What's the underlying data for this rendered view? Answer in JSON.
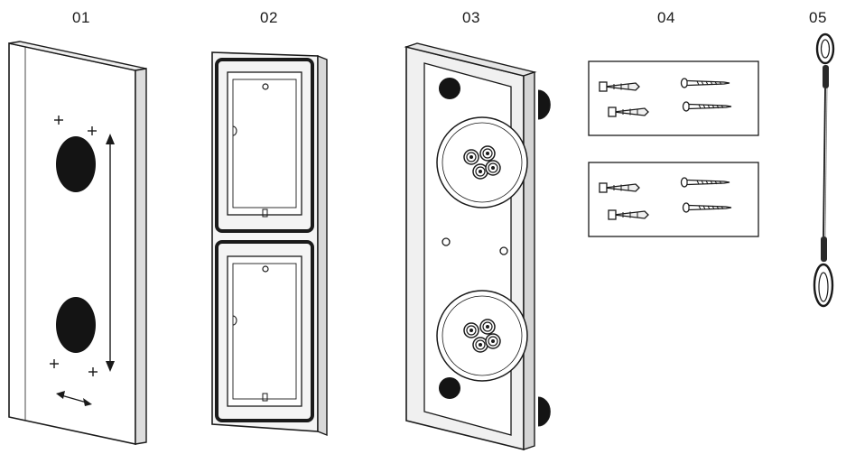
{
  "labels": {
    "part1": "01",
    "part2": "02",
    "part3": "03",
    "part4": "04",
    "part5": "05"
  },
  "colors": {
    "line": "#1a1a1a",
    "hole": "#141414",
    "panel": "#f2f2f2",
    "shade": "#d9d9d9"
  }
}
